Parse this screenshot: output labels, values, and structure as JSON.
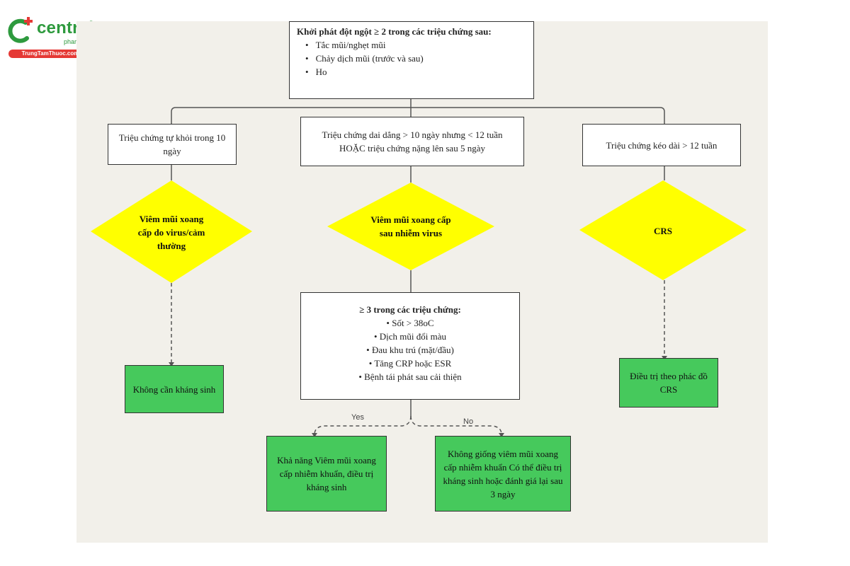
{
  "logo": {
    "brand": "central",
    "sub": "pharmacy",
    "bar": "TrungTamThuoc.com"
  },
  "top": {
    "title": "Khởi phát đột ngột ≥ 2 trong các triệu chứng sau:",
    "items": [
      "Tắc mũi/nghẹt mũi",
      "Chảy dịch mũi (trước và sau)",
      "Ho"
    ]
  },
  "left": {
    "condition": "Triệu chứng tự khỏi trong 10 ngày",
    "diagnosis": "Viêm mũi xoang cấp do virus/cảm thường",
    "outcome": "Không cần kháng sinh"
  },
  "middle": {
    "condition": "Triệu chứng dai dẳng > 10 ngày nhưng < 12 tuần HOẶC triệu chứng nặng lên sau 5 ngày",
    "diagnosis": "Viêm mũi xoang cấp sau nhiễm virus",
    "criteria_title": "≥ 3 trong các triệu chứng:",
    "criteria": [
      "Sốt > 38oC",
      "Dịch mũi đổi màu",
      "Đau khu trú (mặt/đầu)",
      "Tăng CRP hoặc ESR",
      "Bệnh tái phát sau cải thiện"
    ],
    "yes_label": "Yes",
    "no_label": "No",
    "yes_outcome": "Khả năng Viêm mũi xoang cấp nhiễm khuẩn, điều trị kháng sinh",
    "no_outcome": "Không giống viêm mũi xoang cấp nhiễm khuẩn Có thể điều trị kháng sinh hoặc đánh giá lại sau 3 ngày"
  },
  "right": {
    "condition": "Triệu chứng kéo dài > 12 tuần",
    "diagnosis": "CRS",
    "outcome": "Điều trị theo phác đồ CRS"
  },
  "colors": {
    "diamond": "#ffff00",
    "outcome": "#46c95c",
    "background": "#f2f0ea",
    "logo_green": "#2e9a3e",
    "logo_red": "#e53935"
  }
}
